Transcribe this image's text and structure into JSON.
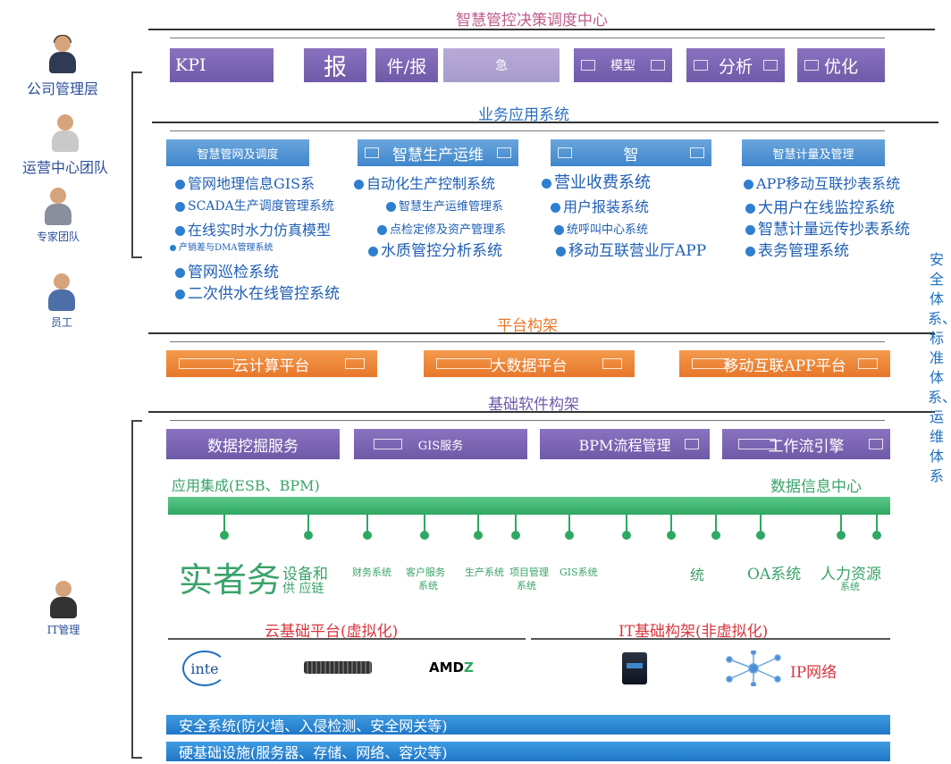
{
  "roles": {
    "management": "公司管理层",
    "ops_team": "运营中心团队",
    "experts": "专家团队",
    "staff": "员工",
    "it": "IT管理"
  },
  "decision_center": {
    "title": "智慧管控决策调度中心",
    "boxes": [
      "KPI",
      "报",
      "件/报",
      "急",
      "模型",
      "分析",
      "优化"
    ]
  },
  "business": {
    "title": "业务应用系统",
    "boxes": [
      "智慧管网及调度",
      "智慧生产运维",
      "智",
      "智慧计量及管理"
    ],
    "systems": [
      "管网地理信息GIS系",
      "自动化生产控制系统",
      "营业收费系统",
      "APP移动互联抄表系统",
      "SCADA生产调度管理系统",
      "智慧生产运维管理系",
      "用户报装系统",
      "大用户在线监控系统",
      "在线实时水力仿真模型",
      "点检定修及资产管理系",
      "统呼叫中心系统",
      "智慧计量远传抄表系统",
      "产销差与DMA管理系统",
      "水质管控分析系统",
      "移动互联营业厅APP",
      "表务管理系统",
      "管网巡检系统",
      "二次供水在线管控系统"
    ]
  },
  "platform": {
    "title": "平台构架",
    "boxes": [
      "云计算平台",
      "大数据平台",
      "移动互联APP平台"
    ]
  },
  "base_software": {
    "title": "基础软件构架",
    "boxes": [
      "数据挖掘服务",
      "GIS服务",
      "BPM流程管理",
      "工作流引擎"
    ]
  },
  "integration": {
    "left_label": "应用集成(ESB、BPM)",
    "right_label": "数据信息中心",
    "big_text": "实者务",
    "apps": [
      "设备和",
      "供 应链",
      "财务系统",
      "客户服务",
      "系统",
      "生产系统",
      "项目管理",
      "系统",
      "GIS系统",
      "统",
      "OA系统",
      "人力资源",
      "系统"
    ]
  },
  "infra": {
    "cloud_title": "云基础平台(虚拟化)",
    "it_title": "IT基础构架(非虚拟化)",
    "intel": "inte",
    "amd_a": "AMD",
    "amd_z": "Z",
    "ip_network": "IP网络"
  },
  "bars": {
    "security": "安全系统(防火墙、入侵检测、安全网关等)",
    "hardware": "硬基础设施(服务器、存储、网络、容灾等)"
  },
  "side_text": "安全体系、标准体系、运维体系",
  "colors": {
    "purple": "#7a64b4",
    "blue": "#4a90d6",
    "orange": "#ee8432",
    "green": "#2ea862",
    "red": "#d9363e"
  }
}
